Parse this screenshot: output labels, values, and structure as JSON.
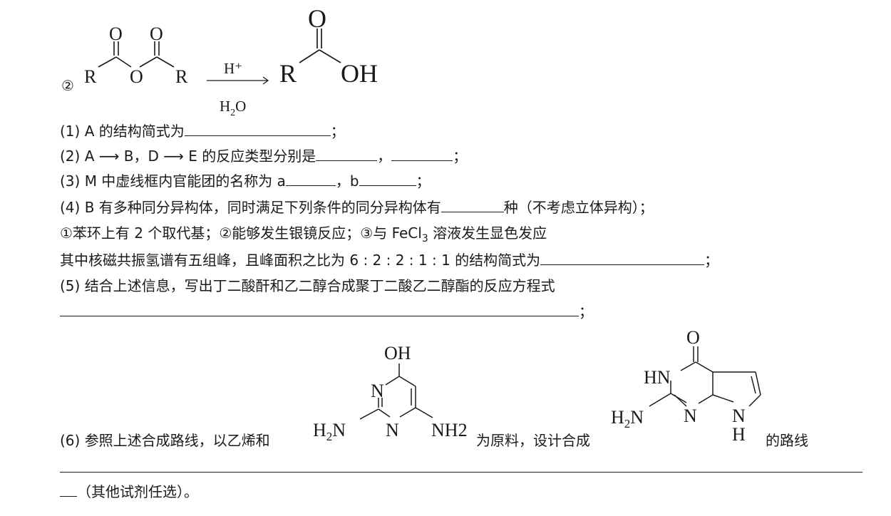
{
  "reaction2": {
    "label": "②",
    "reagent_top": "H⁺",
    "reagent_bottom_h": "H",
    "reagent_bottom_sub": "2",
    "reagent_bottom_o": "O",
    "atom_O": "O",
    "atom_R": "R",
    "atom_OH": "OH"
  },
  "q1": {
    "text": "(1) A 的结构简式为",
    "end": "；"
  },
  "q2": {
    "text": "(2) A ⟶ B，D ⟶ E 的反应类型分别是",
    "sep": "，",
    "end": "；"
  },
  "q3": {
    "text": "(3) M 中虚线框内官能团的名称为 a",
    "sep": "，b",
    "end": "；"
  },
  "q4": {
    "text": "(4) B 有多种同分异构体，同时满足下列条件的同分异构体有",
    "end": "种（不考虑立体异构）；"
  },
  "cond": {
    "text": "①苯环上有 2 个取代基；②能够发生银镜反应；③与 FeCl",
    "sub": "3",
    "end": " 溶液发生显色发应"
  },
  "nmr": {
    "text": "其中核磁共振氢谱有五组峰，且峰面积之比为 6 : 2 : 2 : 1 : 1 的结构简式为",
    "end": "；"
  },
  "q5": {
    "text": "(5) 结合上述信息，写出丁二酸酐和乙二醇合成聚丁二酸乙二醇酯的反应方程式",
    "end": "；"
  },
  "q6": {
    "prefix": "(6) 参照上述合成路线，以乙烯和",
    "middle": "为原料，设计合成",
    "suffix": "的路线",
    "tail": "（其他试剂任选）。"
  },
  "pyrimidine": {
    "OH": "OH",
    "N": "N",
    "H2N": "H",
    "H2N_sub": "2",
    "H2N_N": "N",
    "NH2": "NH",
    "NH2_sub": "2"
  },
  "pyrrolopyrimidine": {
    "O": "O",
    "HN": "HN",
    "N": "N",
    "H2N": "H",
    "H2N_sub": "2",
    "H2N_N": "N",
    "NH_N": "N",
    "NH_H": "H"
  }
}
